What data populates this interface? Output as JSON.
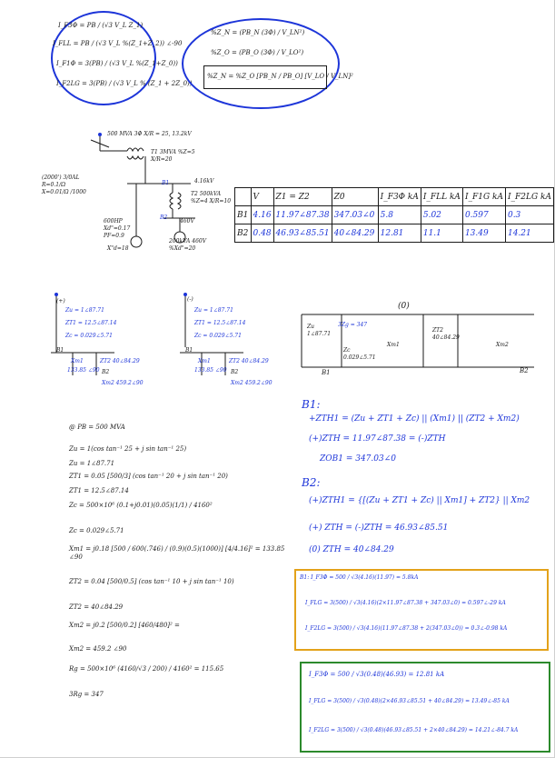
{
  "top_left": {
    "l1": "I_F3Φ = PB / (√3 V_L Z_1)",
    "l2": "I_FLL = PB / (√3 V_L %(Z_1+Z_2))  ∠-90",
    "l3": "I_F1Φ = 3(PB) / (√3 V_L %(Z_1+Z_0))",
    "l4": "I_F2LG = 3(PB) / (√3 V_L % (Z_1 + 2Z_0))"
  },
  "top_right": {
    "l1": "%Z_N = (PB_N (3Φ) / V_LN²)",
    "l2": "%Z_O = (PB_O (3Φ) / V_LO²)",
    "l3": "%Z_N = %Z_O [PB_N / PB_O] [V_LO / V_LN]²"
  },
  "sld": {
    "src": "500 MVA 3Φ   X/R = 25, 13.2kV",
    "t1": "T1  3MVA  %Z=5  X/R=20",
    "line": "(2000') 3/0AL  R=0.1/Ω  X=0.01/Ω /1000",
    "bus1": "B1",
    "kv": "4.16kV",
    "t2": "T2  500kVA  %Z=4  X/R=10",
    "motor1": "600HP  Xd\"=0.17  PF=0.9",
    "motor2": "200kVA  460V  %Xd\"=20",
    "b2": "B2",
    "v460": "460V",
    "m1x": "X\"d=18"
  },
  "table": {
    "headers": [
      "",
      "V",
      "Z1 = Z2",
      "Z0",
      "I_F3Φ kA",
      "I_FLL kA",
      "I_F1G kA",
      "I_F2LG kA"
    ],
    "rows": [
      [
        "B1",
        "4.16",
        "11.97∠87.38",
        "347.03∠0",
        "5.8",
        "5.02",
        "0.597",
        "0.3"
      ],
      [
        "B2",
        "0.48",
        "46.93∠85.51",
        "40∠84.29",
        "12.81",
        "11.1",
        "13.49",
        "14.21"
      ]
    ]
  },
  "nets": {
    "pos_label": "(+)",
    "neg_label": "(-)",
    "zero_label": "(0)",
    "zu": "Zu = 1∠87.71",
    "zt1": "ZT1 = 12.5∠87.14",
    "zc": "Zc = 0.029∠5.71",
    "xm1": "Xm1",
    "val1": "133.85 ∠90",
    "zt2": "ZT2 40∠84.29",
    "xm2": "Xm2 459.2∠90",
    "b1": "B1",
    "b2": "B2",
    "z0u": "Zu 1∠87.71",
    "z0g": "3Zg = 347",
    "z0c": "Zc 0.029∠5.71",
    "z0t2": "ZT2 40∠84.29",
    "z0xm2": "Xm2"
  },
  "calcs": {
    "pb": "@ PB = 500 MVA",
    "c1": "Zu = 1(cos tan⁻¹ 25 + j sin tan⁻¹ 25)",
    "c2": "Zu = 1∠87.71",
    "c3": "ZT1 = 0.05 [500/3] (cos tan⁻¹ 20 + j sin tan⁻¹ 20)",
    "c4": "ZT1 = 12.5∠87.14",
    "c5": "Zc = 500×10⁶ (0.1+j0.01)(0.05)(1/1)  / 4160²",
    "c6": "Zc = 0.029∠5.71",
    "c7": "Xm1 = j0.18 [500 / 600(.746) / (0.9)(0.5)(1000)] [4/4.16]² = 133.85 ∠90",
    "c8": "ZT2 = 0.04 [500/0.5] (cos tan⁻¹ 10 + j sin tan⁻¹ 10)",
    "c9": "ZT2 = 40∠84.29",
    "c10": "Xm2 = j0.2 [500/0.2] [460/480]² =",
    "c11": "Xm2 = 459.2 ∠90",
    "c12": "Rg = 500×10⁶ (4160/√3 / 200) / 4160² = 115.65",
    "c13": "3Rg = 347"
  },
  "right": {
    "b1": "B1:",
    "r1": "+ZTH1 = (Zu + ZT1 + Zc) || (Xm1) || (ZT2 + Xm2)",
    "r2": "(+)ZTH = 11.97∠87.38 = (-)ZTH",
    "r3": "ZOB1 = 347.03∠0",
    "b2": "B2:",
    "r4": "(+)ZTH1 = {[(Zu + ZT1 + Zc) || Xm1] + ZT2} || Xm2",
    "r5": "(+) ZTH = (-)ZTH = 46.93∠85.51",
    "r6": "(0) ZTH = 40∠84.29"
  },
  "box_orange": {
    "l1": "B1: I_F3Φ = 500 / √3(4.16)(11.97) = 5.8kA",
    "l2": "I_FLG = 3(500) / √3(4.16)(2×11.97∠87.38 + 347.03∠0) = 0.597∠-29 kA",
    "l3": "I_F2LG = 3(500) / √3(4.16)(11.97∠87.38 + 2(347.03∠0)) = 0.3∠-0.98 kA"
  },
  "box_green": {
    "l1": "I_F3Φ = 500 / √3(0.48)(46.93) = 12.81 kA",
    "l2": "I_FLG = 3(500) / √3(0.48)(2×46.93∠85.51 + 40∠84.29) = 13.49∠-85 kA",
    "l3": "I_F2LG = 3(500) / √3(0.48)(46.93∠85.51 + 2×40∠84.29) = 14.21∠-84.7 kA"
  }
}
